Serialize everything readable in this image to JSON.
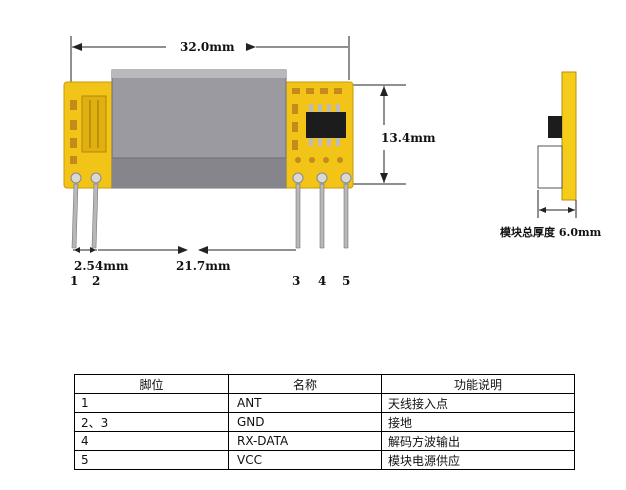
{
  "dimensions": {
    "length": "32.0mm",
    "height": "13.4mm",
    "pin_pitch": "2.54mm",
    "span": "21.7mm",
    "thickness": "模块总厚度 6.0mm"
  },
  "pin_labels": [
    "1",
    "2",
    "3",
    "4",
    "5"
  ],
  "table": {
    "headers": [
      "脚位",
      "名称",
      "功能说明"
    ],
    "rows": [
      [
        "1",
        "ANT",
        "天线接入点"
      ],
      [
        "2、3",
        "GND",
        "接地"
      ],
      [
        "4",
        "RX-DATA",
        "解码方波输出"
      ],
      [
        "5",
        "VCC",
        "模块电源供应"
      ]
    ]
  },
  "colors": {
    "pcb": "#f2c418",
    "pcb_dark": "#d9a90c",
    "shield": "#9a9aa0",
    "side_view": "#f5cc1a",
    "pin": "#b8b8b8"
  }
}
